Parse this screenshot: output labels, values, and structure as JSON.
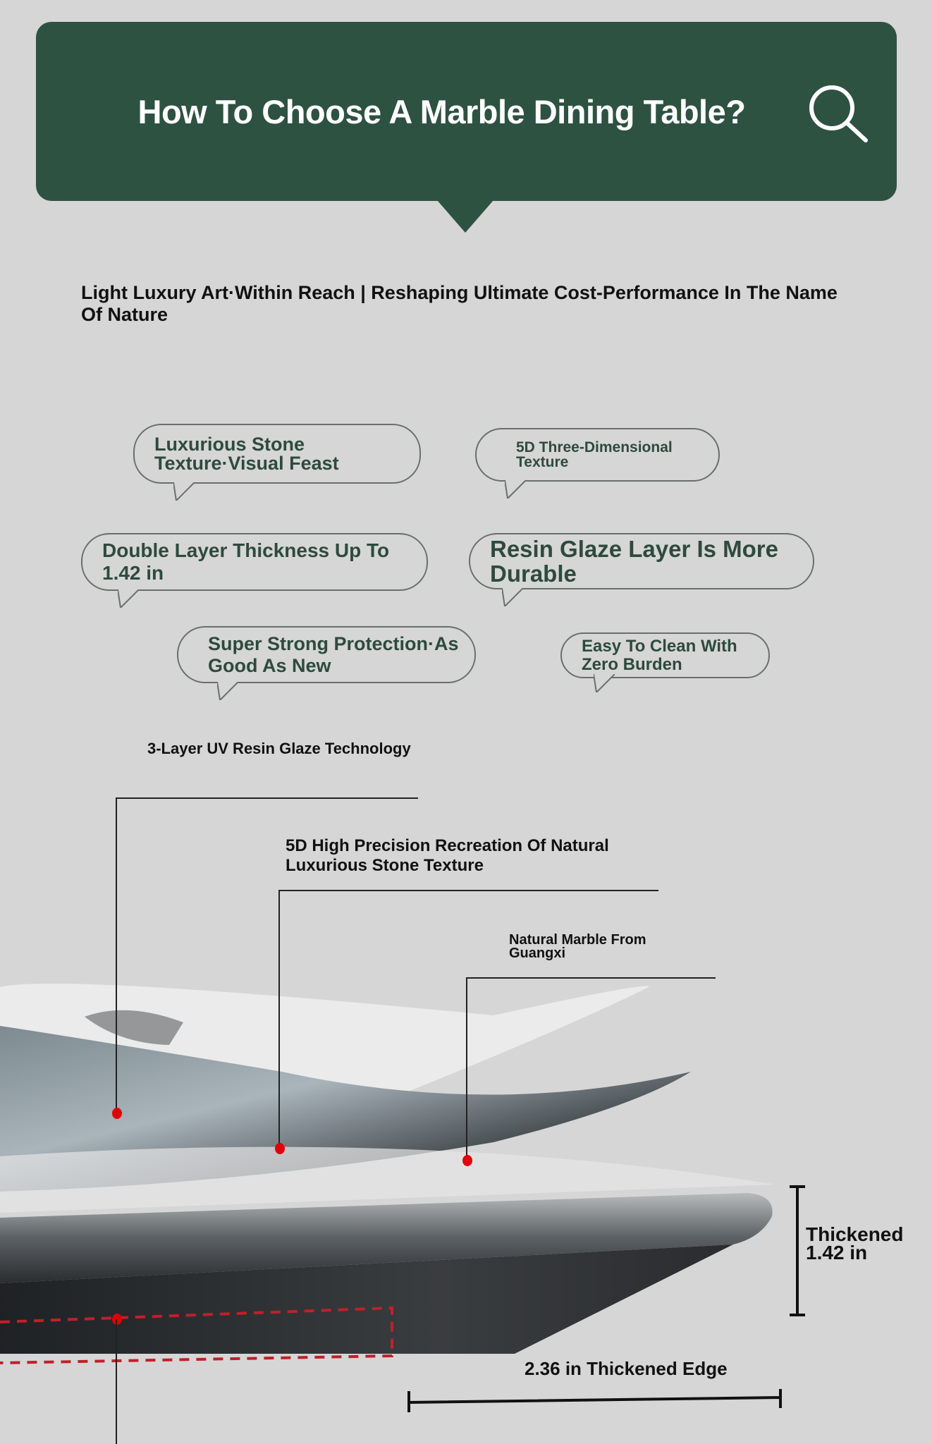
{
  "header": {
    "title": "How To Choose A Marble Dining Table?",
    "icon": "search-icon",
    "color": "#2e5242"
  },
  "subtitle": "Light Luxury Art·Within Reach | Reshaping Ultimate Cost-Performance In The Name Of Nature",
  "features": [
    {
      "label": "Luxurious Stone Texture·Visual Feast"
    },
    {
      "label": "5D Three-Dimensional Texture"
    },
    {
      "label": "Double Layer Thickness Up To 1.42 in"
    },
    {
      "label": "Resin Glaze Layer Is More Durable"
    },
    {
      "label": "Super Strong Protection·As Good As New"
    },
    {
      "label": "Easy To Clean With Zero Burden"
    }
  ],
  "layers": {
    "uv_glaze": "3-Layer UV Resin Glaze Technology",
    "texture": "5D High Precision Recreation Of Natural Luxurious Stone Texture",
    "marble": "Natural Marble From Guangxi"
  },
  "dimensions": {
    "thickness": "Thickened 1.42 in",
    "edge": "2.36 in Thickened Edge"
  },
  "accent_color": "#e0000a"
}
